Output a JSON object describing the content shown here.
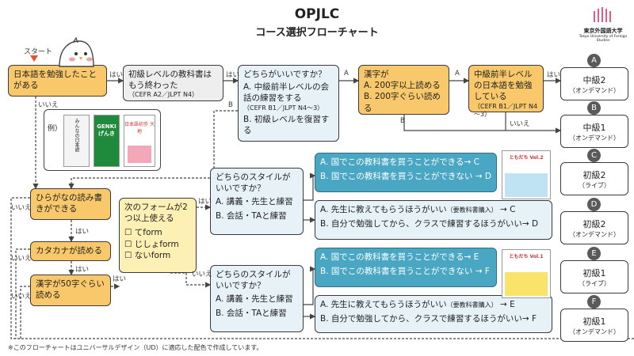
{
  "header": {
    "title": "OPJLC",
    "subtitle": "コース選択フローチャート",
    "logo_text": "東京外国語大学",
    "logo_subtext": "Tokyo University of Foreign Studies"
  },
  "start_label": "スタート",
  "labels": {
    "yes": "はい",
    "no": "いいえ",
    "a": "A",
    "b": "B"
  },
  "example_label": "例）",
  "books": {
    "minna": "みんなの日本語",
    "genki": "GENKI げんき",
    "daichi": "日本語初歩 大地"
  },
  "nodes": {
    "q1": "日本語を勉強したことがある",
    "q2": "初級レベルの教科書はもう終わった",
    "q2_note": "（CEFR A2／JLPT N4）",
    "q3_title": "どちらがいいですか？",
    "q3_a": "A. 中級前半レベルの会話の練習をする",
    "q3_a_note": "（CEFR B1／JLPT N4～3）",
    "q3_b": "B. 初級レベルを復習する",
    "q4_title": "漢字が",
    "q4_a": "A. 200字以上読める",
    "q4_b": "B. 200字ぐらい読める",
    "q5": "中級前半レベルの日本語を勉強している",
    "q5_note": "（CEFR B1／JLPT N4～3）",
    "hira": "ひらがなの読み書きができる",
    "kata": "カタカナが読める",
    "kanji50": "漢字が50字ぐらい読める",
    "forms_title": "次のフォームが2つ以上使える",
    "form1": "てform",
    "form2": "じしょform",
    "form3": "ないform",
    "style1_title": "どちらのスタイルがいいですか？",
    "style1_a": "A. 講義・先生と練習",
    "style1_b": "B. 会話・TAと練習",
    "style2_title": "どちらのスタイルがいいですか？",
    "style2_a": "A. 講義・先生と練習",
    "style2_b": "B. 会話・TAと練習",
    "c1a": "A. 国でこの教科書を買うことができる→ C",
    "c1b": "B. 国でこの教科書を買うことができない → D",
    "c2a": "A. 先生に教えてもらうほうがいい",
    "c2a_note": "（要教科書購入）",
    "c2a_end": "→ C",
    "c2b": "B. 自分で勉強してから、クラスで練習するほうがいい→ D",
    "e1a": "A. 国でこの教科書を買うことができる→ E",
    "e1b": "B. 国でこの教科書を買うことができない → F",
    "e2a": "A. 先生に教えてもらうほうがいい",
    "e2a_note": "（要教科書購入）",
    "e2a_end": "→ E",
    "e2b": "B. 自分で勉強してから、クラスで練習するほうがいい→ F",
    "tomodachi2": "ともだち Vol.2",
    "tomodachi1": "ともだち Vol.1"
  },
  "results": [
    {
      "letter": "A",
      "name": "中級2",
      "mode": "（オンデマンド）"
    },
    {
      "letter": "B",
      "name": "中級1",
      "mode": "（オンデマンド）"
    },
    {
      "letter": "C",
      "name": "初級2",
      "mode": "（ライブ）"
    },
    {
      "letter": "D",
      "name": "初級2",
      "mode": "（オンデマンド）"
    },
    {
      "letter": "E",
      "name": "初級1",
      "mode": "（ライブ）"
    },
    {
      "letter": "F",
      "name": "初級1",
      "mode": "（オンデマンド）"
    }
  ],
  "footnote": "※このフローチャートはユニバーサルデザイン（UD）に適応した配色で作成しています。",
  "colors": {
    "orange": "#f9c86a",
    "teal": "#4aa7c4",
    "lightblue": "#e6f2f8",
    "gray": "#eeeeee",
    "yellow": "#fdf0b4"
  }
}
